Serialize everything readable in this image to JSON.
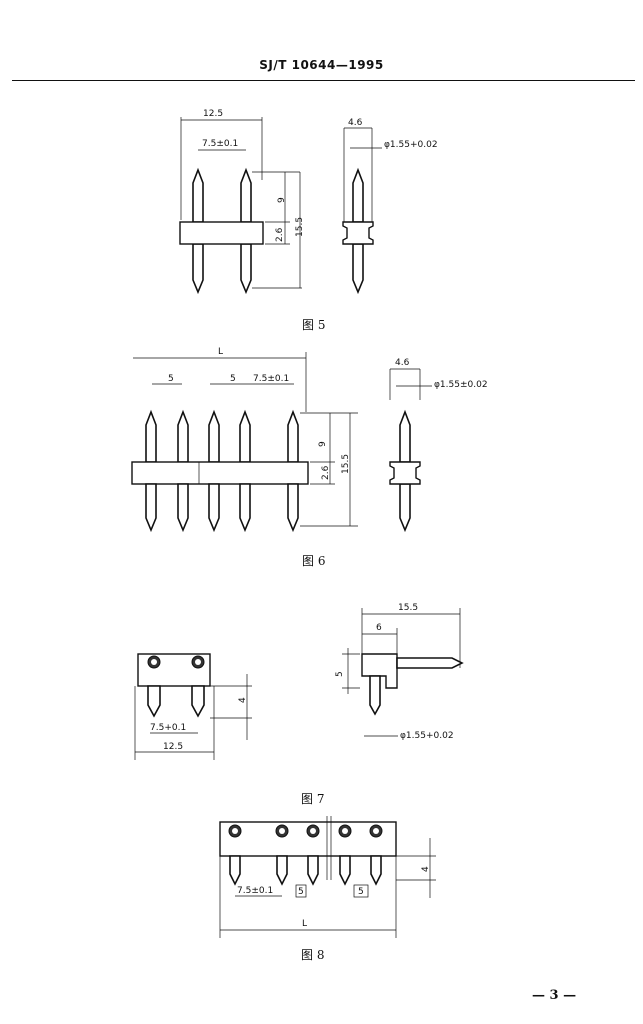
{
  "header": {
    "standard_code": "SJ/T 10644—1995"
  },
  "figures": [
    {
      "caption": "图 5",
      "dims": {
        "pitch_total": "12.5",
        "pitch": "7.5±0.1",
        "pin_top": "9",
        "body_h": "2.6",
        "total_h": "15.5",
        "side_w": "4.6",
        "pin_dia": "φ1.55+0.02"
      }
    },
    {
      "caption": "图 6",
      "dims": {
        "length": "L",
        "pitch_a": "5",
        "pitch_b": "5",
        "pitch": "7.5±0.1",
        "pin_top": "9",
        "body_h": "2.6",
        "total_h": "15.5",
        "side_w": "4.6",
        "pin_dia": "φ1.55±0.02"
      }
    },
    {
      "caption": "图 7",
      "dims": {
        "pitch": "7.5+0.1",
        "width": "12.5",
        "pin_h": "4",
        "length": "15.5",
        "body_w": "6",
        "body_h": "5",
        "pin_dia": "φ1.55+0.02"
      }
    },
    {
      "caption": "图 8",
      "dims": {
        "pitch": "7.5±0.1",
        "pitch_b": "5",
        "pitch_c": "5",
        "length": "L",
        "pin_h": "4"
      }
    }
  ],
  "footer": {
    "page_number": "— 3 —"
  }
}
